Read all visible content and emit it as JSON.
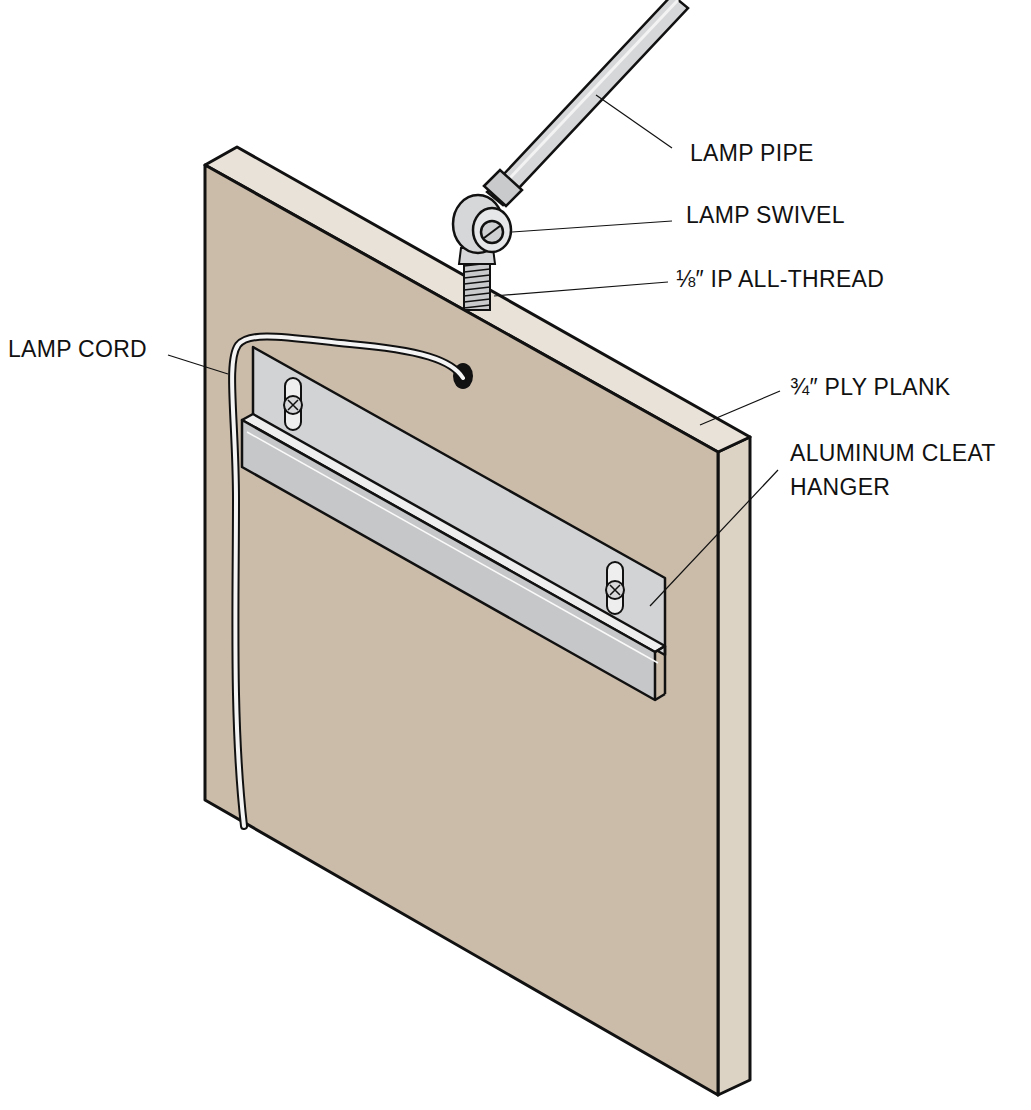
{
  "diagram": {
    "labels": [
      "LAMP PIPE",
      "LAMP SWIVEL",
      "⅛″ IP ALL-THREAD",
      "LAMP CORD",
      "¾″ PLY PLANK",
      "ALUMINUM CLEAT HANGER"
    ]
  }
}
